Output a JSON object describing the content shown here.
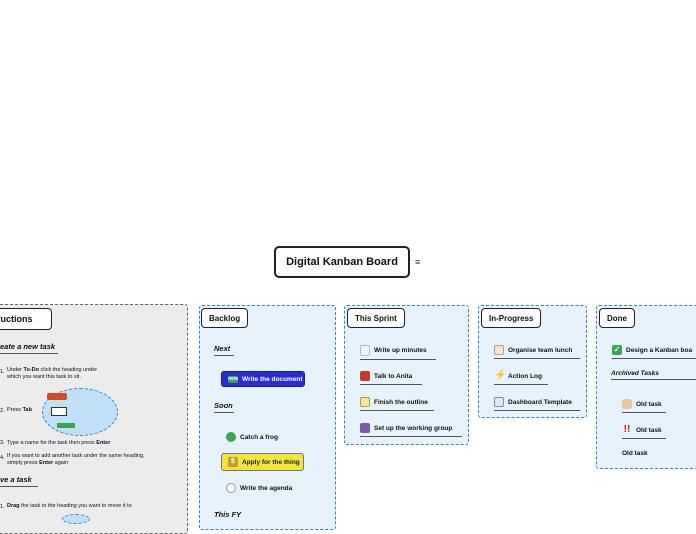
{
  "central": {
    "title": "Digital Kanban Board",
    "note_icon": "≡"
  },
  "instructions": {
    "title": "tructions",
    "create_heading": "eate a new task",
    "steps_create": [
      {
        "num": "1.",
        "line1_pre": "Under ",
        "line1_bold": "To-Do",
        "line1_post": " click the heading under",
        "line2": "which you want this task to sit."
      },
      {
        "num": "2.",
        "line1_pre": "Press ",
        "line1_bold": "Tab",
        "line1_post": ""
      },
      {
        "num": "3.",
        "line1_pre": "Type a name for the task then press ",
        "line1_bold": "Enter",
        "line1_post": ""
      },
      {
        "num": "4.",
        "line1_pre": "If you want to add another task under the same heading,",
        "line2_pre": "simply press ",
        "line2_bold": "Enter",
        "line2_post": " again"
      }
    ],
    "move_heading": "ve a task",
    "steps_move": [
      {
        "num": "1.",
        "line1_bold": "Drag",
        "line1_post": " the task to the heading you want to move it to"
      }
    ]
  },
  "backlog": {
    "title": "Backlog",
    "groups": [
      {
        "label": "Next",
        "items": [
          {
            "label": "Write the document",
            "style": "blue",
            "icon": "new-badge-icon"
          }
        ]
      },
      {
        "label": "Soon",
        "items": [
          {
            "label": "Catch a frog",
            "style": "plain",
            "icon": "frog-icon"
          },
          {
            "label": "Apply for the thing",
            "style": "yellow",
            "icon": "money-bag-icon"
          },
          {
            "label": "Write the agenda",
            "style": "plain",
            "icon": "clock-icon"
          }
        ]
      },
      {
        "label": "This FY",
        "items": []
      }
    ]
  },
  "sprint": {
    "title": "This Sprint",
    "items": [
      {
        "label": "Write up minutes",
        "icon": "document-icon"
      },
      {
        "label": "Talk to Anita",
        "icon": "telephone-icon"
      },
      {
        "label": "Finish the outline",
        "icon": "memo-icon"
      },
      {
        "label": "Set up the working group",
        "icon": "people-icon"
      }
    ]
  },
  "inprogress": {
    "title": "In-Progress",
    "items": [
      {
        "label": "Organise team lunch",
        "icon": "cake-icon"
      },
      {
        "label": "Action Log",
        "icon": "lightning-icon"
      },
      {
        "label": "Dashboard Template",
        "icon": "chart-icon"
      }
    ]
  },
  "done": {
    "title": "Done",
    "items": [
      {
        "label": "Design a Kanban boa",
        "icon": "check-icon"
      }
    ],
    "archived": {
      "label": "Archived Tasks",
      "items": [
        {
          "label": "Old task",
          "icon": "thumbs-up-icon"
        },
        {
          "label": "Old task",
          "icon": "exclamation-icon"
        },
        {
          "label": "Old task",
          "icon": ""
        }
      ]
    }
  },
  "colors": {
    "column_fill": "#e6f3fd",
    "column_border": "#3b82c9",
    "instructions_fill": "#ececec",
    "blue_task": "#2a2bd3",
    "yellow_task": "#f2e53a"
  }
}
